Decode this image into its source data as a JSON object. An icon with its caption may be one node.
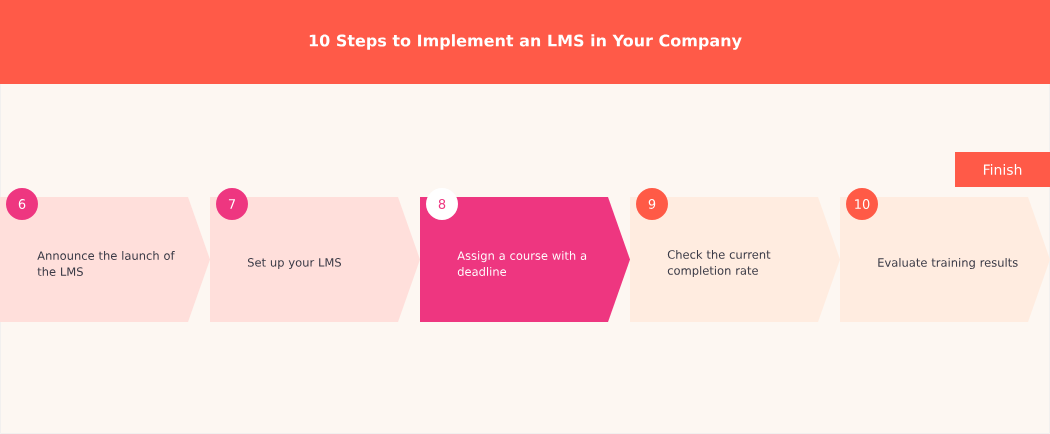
{
  "diagram": {
    "title": "10 Steps to Implement an LMS in Your Company",
    "nodes": [
      {
        "text": [
          "Announce the launch of the LMS"
        ]
      },
      {
        "text": [
          "6"
        ],
        "in": 0
      },
      {
        "text": [
          "Set up your LMS"
        ]
      },
      {
        "text": [
          "7"
        ],
        "in": 2
      },
      {
        "text": [
          "Assign a course with a deadline"
        ]
      },
      {
        "text": [
          "8"
        ],
        "in": 4
      },
      {
        "text": [
          "Check the current completion rate"
        ]
      },
      {
        "text": [
          "9"
        ],
        "in": 6
      },
      {
        "text": [
          "Evaluate training results"
        ]
      },
      {
        "text": [
          "10"
        ],
        "in": 8
      },
      {
        "text": [
          "Finish"
        ]
      }
    ],
    "edges": []
  }
}
